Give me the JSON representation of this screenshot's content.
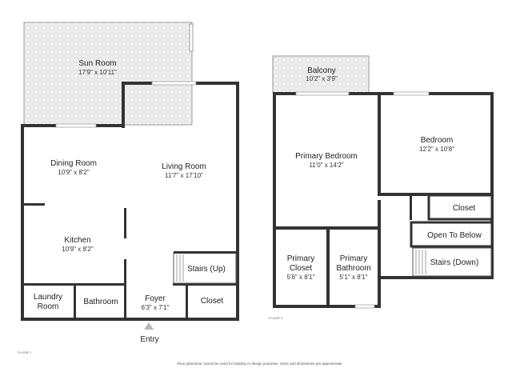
{
  "floor1": {
    "label": "FLOOR 1",
    "rooms": {
      "sun_room": {
        "name": "Sun Room",
        "dims": "17'9\" x 10'11\""
      },
      "dining_room": {
        "name": "Dining Room",
        "dims": "10'9\" x 8'2\""
      },
      "living_room": {
        "name": "Living Room",
        "dims": "11'7\" x 17'10\""
      },
      "kitchen": {
        "name": "Kitchen",
        "dims": "10'9\" x 8'2\""
      },
      "stairs_up": {
        "name": "Stairs (Up)"
      },
      "laundry_room": {
        "name_line1": "Laundry",
        "name_line2": "Room"
      },
      "bathroom": {
        "name": "Bathroom"
      },
      "foyer": {
        "name": "Foyer",
        "dims": "6'3\" x 7'1\""
      },
      "closet": {
        "name": "Closet"
      }
    },
    "entry_label": "Entry"
  },
  "floor2": {
    "label": "FLOOR 2",
    "rooms": {
      "balcony": {
        "name": "Balcony",
        "dims": "10'2\" x 3'9\""
      },
      "primary_bedroom": {
        "name": "Primary Bedroom",
        "dims": "11'0\" x 14'2\""
      },
      "bedroom": {
        "name": "Bedroom",
        "dims": "12'2\" x 10'8\""
      },
      "closet": {
        "name": "Closet"
      },
      "open_to_below": {
        "name": "Open To Below"
      },
      "stairs_down": {
        "name": "Stairs (Down)"
      },
      "primary_closet": {
        "name_line1": "Primary",
        "name_line2": "Closet",
        "dims": "5'6\" x 8'1\""
      },
      "primary_bathroom": {
        "name_line1": "Primary",
        "name_line2": "Bathroom",
        "dims": "5'1\" x 8'1\""
      }
    }
  },
  "disclaimer": "Floor plans/tour cannot be used for building or design purposes. Sizes and dimensions are approximate."
}
